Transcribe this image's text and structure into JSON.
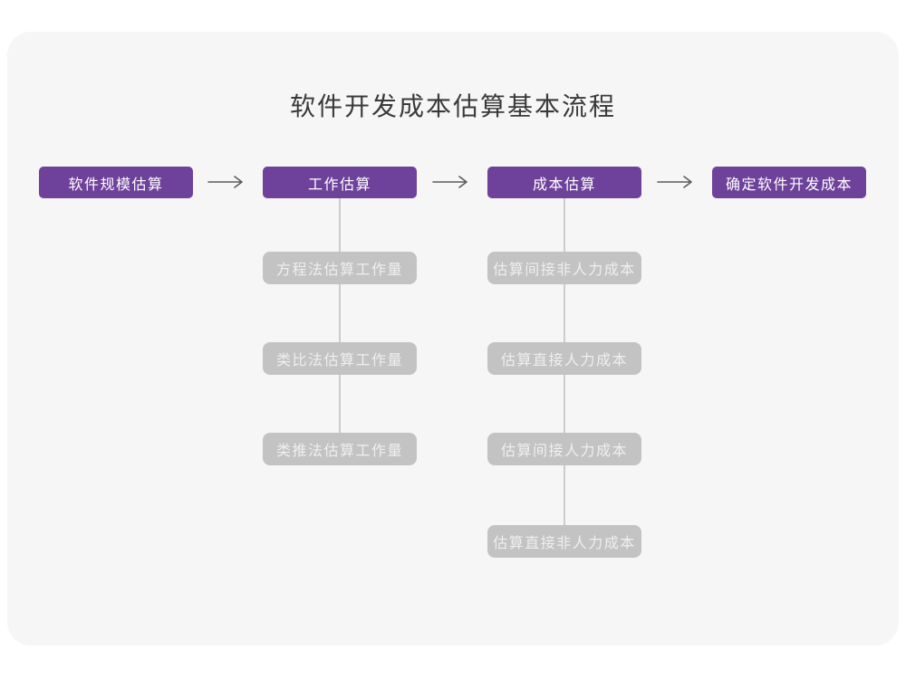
{
  "title": "软件开发成本估算基本流程",
  "flow": {
    "nodes": [
      {
        "label": "软件规模估算"
      },
      {
        "label": "工作估算"
      },
      {
        "label": "成本估算"
      },
      {
        "label": "确定软件开发成本"
      }
    ]
  },
  "sub_steps": {
    "work_estimation": [
      "方程法估算工作量",
      "类比法估算工作量",
      "类推法估算工作量"
    ],
    "cost_estimation": [
      "估算间接非人力成本",
      "估算直接人力成本",
      "估算间接人力成本",
      "估算直接非人力成本"
    ]
  },
  "colors": {
    "primary_node": "#6e419b",
    "primary_text": "#ffffff",
    "sub_node": "#c3c3c3",
    "sub_text": "#efefef",
    "card_background": "#f6f6f6",
    "page_background": "#ffffff",
    "connector_line": "#cccccc",
    "arrow": "#5c5c5c",
    "title_text": "#3a3a3a"
  }
}
